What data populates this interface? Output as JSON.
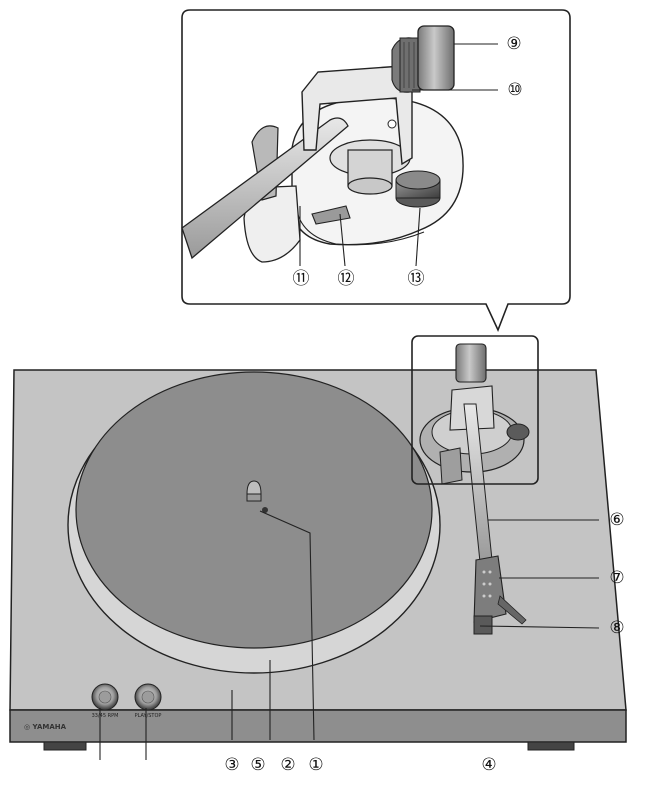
{
  "brand": "◎ YAMAHA",
  "controls": {
    "left_label": "33/45 RPM",
    "right_label": "PLAY/STOP"
  },
  "callouts": [
    {
      "id": "c1",
      "label": "①"
    },
    {
      "id": "c2",
      "label": "②"
    },
    {
      "id": "c3",
      "label": "③"
    },
    {
      "id": "c4",
      "label": "④"
    },
    {
      "id": "c5",
      "label": "⑤"
    },
    {
      "id": "c6",
      "label": "⑥"
    },
    {
      "id": "c7",
      "label": "⑦"
    },
    {
      "id": "c8",
      "label": "⑧"
    },
    {
      "id": "c9",
      "label": "⑨"
    },
    {
      "id": "c10",
      "label": "⑩"
    },
    {
      "id": "c11",
      "label": "⑪"
    },
    {
      "id": "c12",
      "label": "⑫"
    },
    {
      "id": "c13",
      "label": "⑬"
    }
  ],
  "colors": {
    "body": "#bdbdbd",
    "body_top": "#c6c6c6",
    "body_front": "#8a8a8a",
    "platter_ring": "#d2d2d2",
    "platter_mat": "#8c8c8c",
    "line": "#222222"
  }
}
